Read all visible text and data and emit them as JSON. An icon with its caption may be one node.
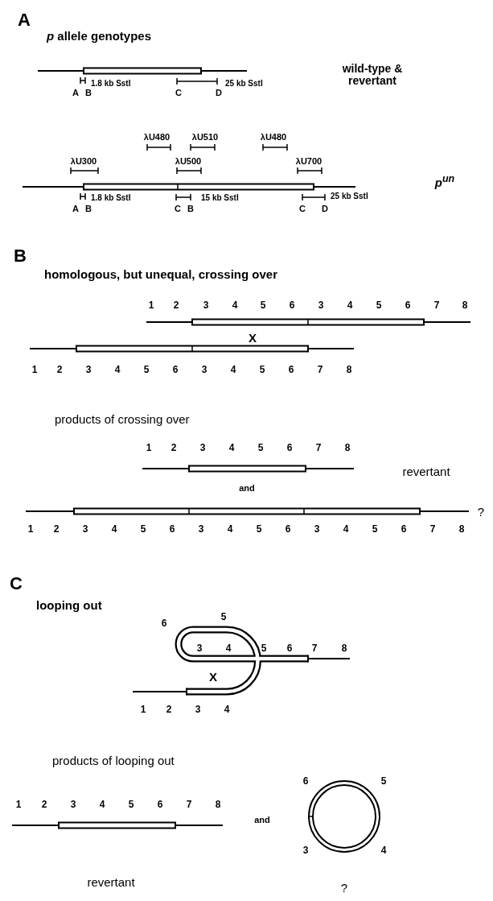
{
  "diagram": {
    "labels": [
      "A",
      "*p* allele genotypes",
      "wild-type & revertant",
      "1.8 kb SstI",
      "25 kb SstI",
      "A",
      "B",
      "C",
      "D",
      "λU480",
      "λU510",
      "λU480",
      "λU300",
      "λU500",
      "λU700",
      "p$^{un}$",
      "1.8 kb SstI",
      "15 kb SstI",
      "25 kb SstI",
      "A",
      "B",
      "C",
      "B",
      "C",
      "D",
      "B",
      "homologous, but unequal, crossing over",
      "1",
      "2",
      "3",
      "4",
      "5",
      "6",
      "3",
      "4",
      "5",
      "6",
      "7",
      "8",
      "X",
      "1",
      "2",
      "3",
      "4",
      "5",
      "6",
      "3",
      "4",
      "5",
      "6",
      "7",
      "8",
      "products of crossing over",
      "1",
      "2",
      "3",
      "4",
      "5",
      "6",
      "7",
      "8",
      "revertant",
      "and",
      "?",
      "1",
      "2",
      "3",
      "4",
      "5",
      "6",
      "3",
      "4",
      "5",
      "6",
      "3",
      "4",
      "5",
      "6",
      "7",
      "8",
      "C",
      "looping out",
      "6",
      "5",
      "3",
      "4",
      "5",
      "6",
      "7",
      "8",
      "X",
      "1",
      "2",
      "3",
      "4",
      "products of looping out",
      "1",
      "2",
      "3",
      "4",
      "5",
      "6",
      "7",
      "8",
      "and",
      "6",
      "5",
      "3",
      "4",
      "revertant",
      "?"
    ]
  }
}
